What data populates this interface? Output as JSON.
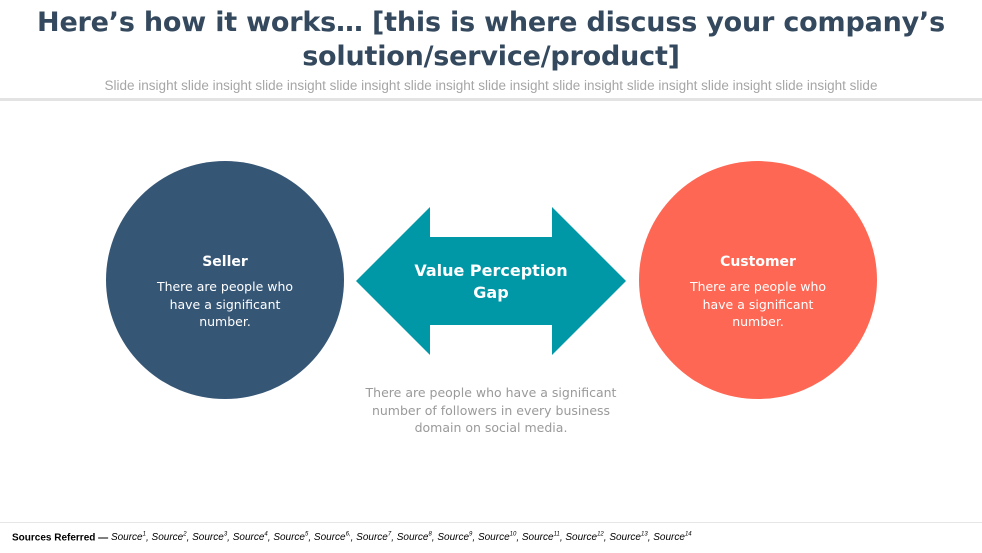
{
  "header": {
    "title_line1": "Here’s how it works… [this is where discuss your company’s",
    "title_line2": "solution/service/product]",
    "subtitle": "Slide insight slide insight slide insight slide insight slide insight slide insight slide insight slide insight slide insight slide insight slide"
  },
  "diagram": {
    "seller": {
      "title": "Seller",
      "text": "There are people who have a significant number.",
      "color": "#365676"
    },
    "gap": {
      "title": "Value Perception Gap",
      "color": "#0097a7"
    },
    "customer": {
      "title": "Customer",
      "text": "There are people who have a significant number.",
      "color": "#fe6753"
    },
    "description": "There are people who have a significant number of followers in every business domain on social media."
  },
  "footer": {
    "label": "Sources Referred —",
    "sources": [
      {
        "name": "Source",
        "sup": "1"
      },
      {
        "name": "Source",
        "sup": "2"
      },
      {
        "name": "Source",
        "sup": "3"
      },
      {
        "name": "Source",
        "sup": "4"
      },
      {
        "name": "Source",
        "sup": "5"
      },
      {
        "name": "Source",
        "sup": "6,"
      },
      {
        "name": "Source",
        "sup": "7"
      },
      {
        "name": "Source",
        "sup": "8"
      },
      {
        "name": "Source",
        "sup": "9"
      },
      {
        "name": "Source",
        "sup": "10"
      },
      {
        "name": "Source",
        "sup": "11"
      },
      {
        "name": "Source",
        "sup": "12"
      },
      {
        "name": "Source",
        "sup": "13"
      },
      {
        "name": "Source",
        "sup": "14"
      }
    ]
  }
}
